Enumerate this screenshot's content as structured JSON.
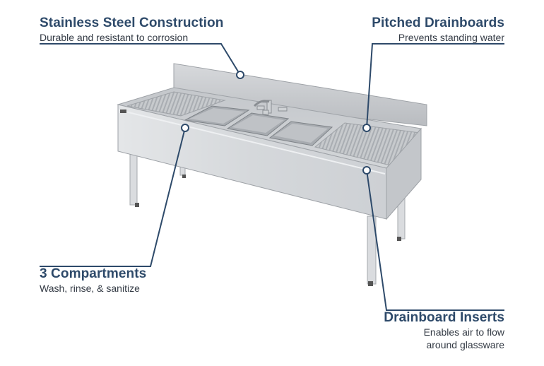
{
  "callouts": {
    "stainless": {
      "title": "Stainless Steel Construction",
      "desc": "Durable and resistant to corrosion"
    },
    "drainboards": {
      "title": "Pitched Drainboards",
      "desc": "Prevents standing water"
    },
    "compartments": {
      "title": "3 Compartments",
      "desc": "Wash, rinse, & sanitize"
    },
    "inserts": {
      "title": "Drainboard Inserts",
      "desc_line1": "Enables air to flow",
      "desc_line2": "around glassware"
    }
  },
  "colors": {
    "accent": "#2e4a6a",
    "steel": "#c9ccd0",
    "text": "#333a44"
  },
  "product": "stainless-steel-underbar-sink"
}
